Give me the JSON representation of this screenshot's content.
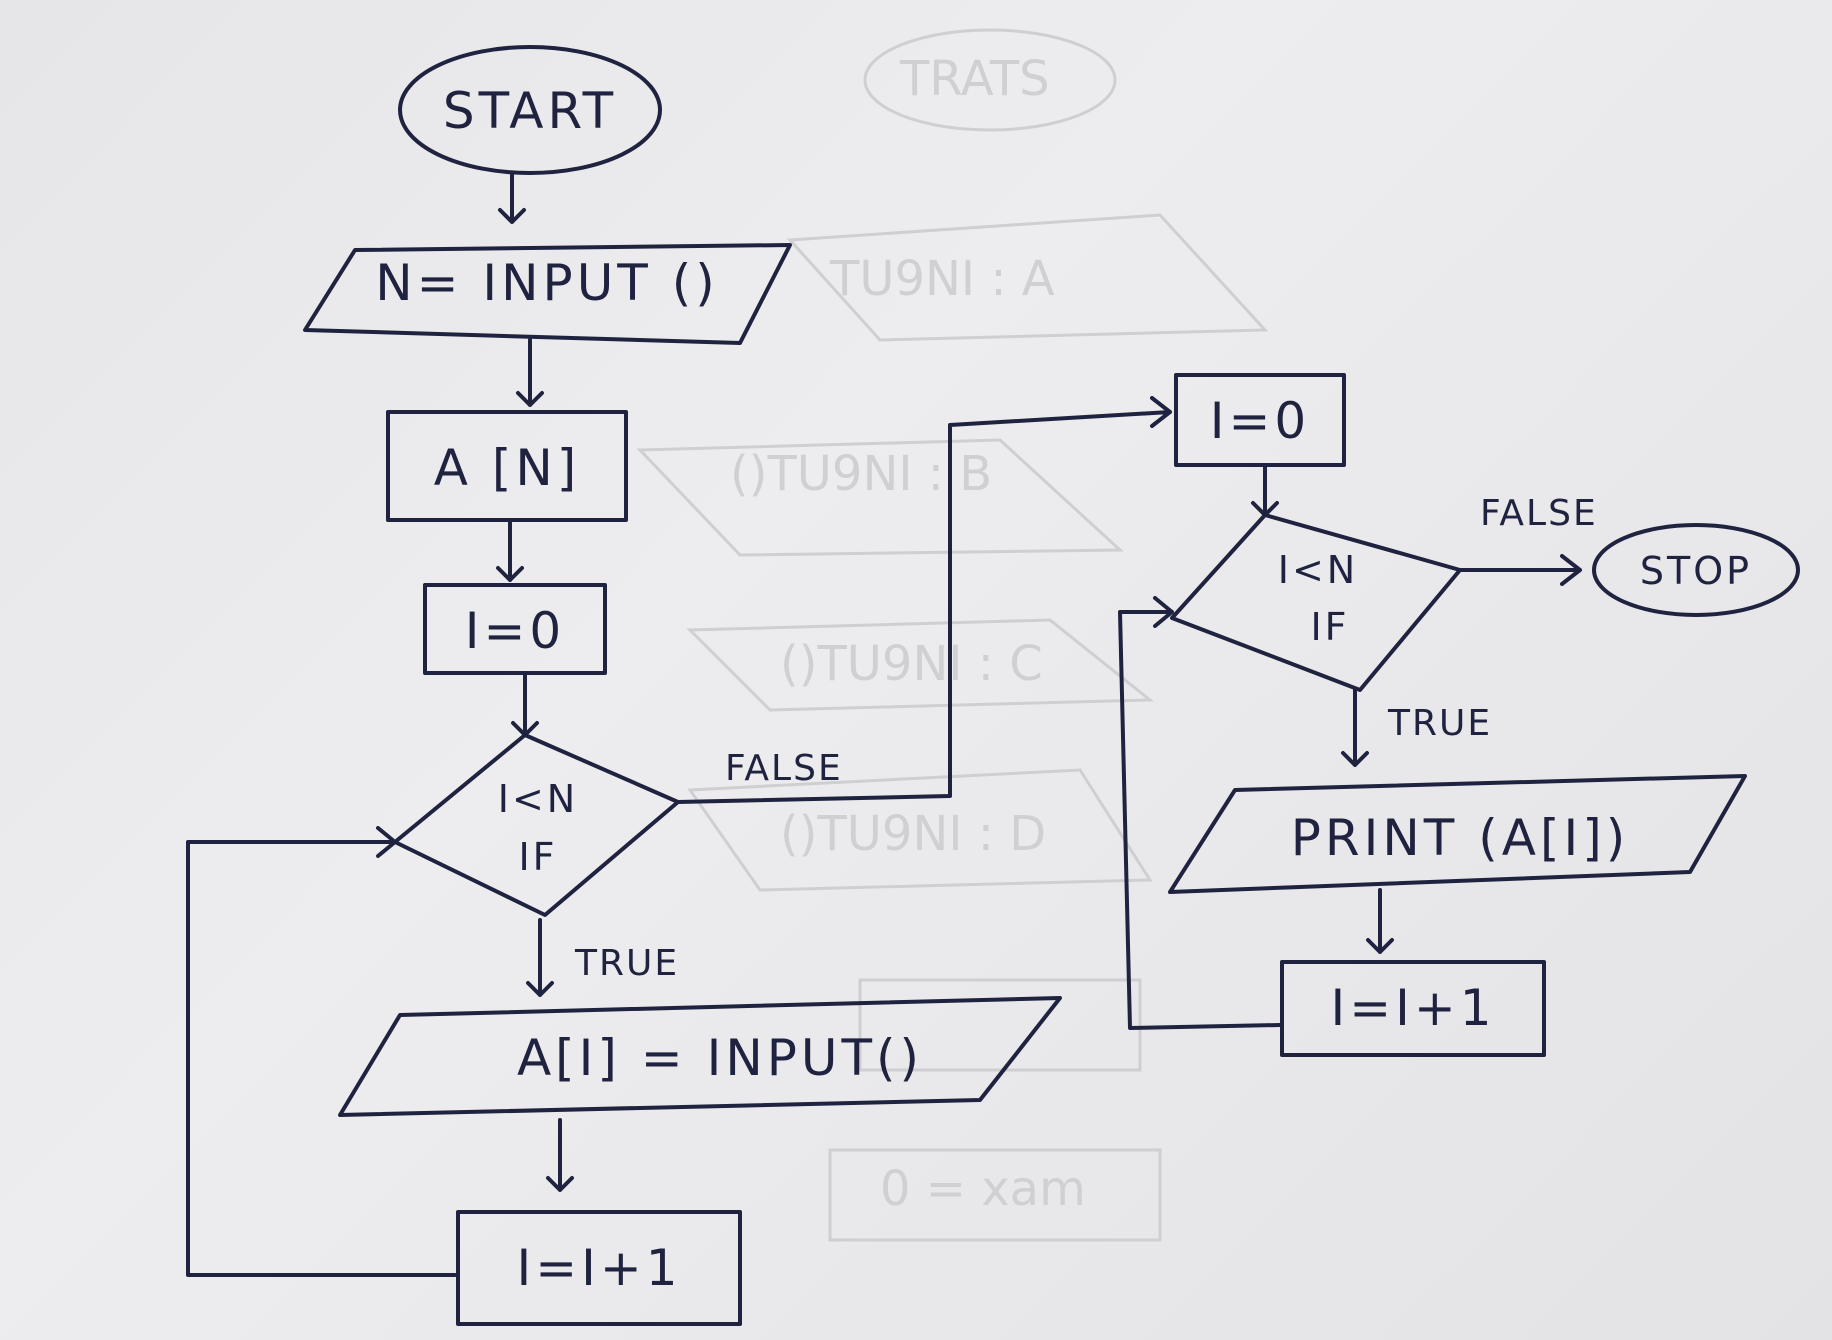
{
  "flowchart_left": {
    "start": "START",
    "input_n": "N= INPUT ()",
    "declare_array": "A [N]",
    "init_i": "I=0",
    "condition_line1": "I<N",
    "condition_line2": "IF",
    "read_element": "A[I] = INPUT()",
    "increment": "I=I+1",
    "label_true": "TRUE",
    "label_false": "FALSE"
  },
  "flowchart_right": {
    "init_i": "I=0",
    "condition_line1": "I<N",
    "condition_line2": "IF",
    "print_element": "PRINT (A[I])",
    "increment": "I=I+1",
    "stop": "STOP",
    "label_true": "TRUE",
    "label_false": "FALSE"
  },
  "colors": {
    "ink": "#1f2340",
    "paper": "#e9e9eb",
    "show_through": "#cfcfd3"
  }
}
